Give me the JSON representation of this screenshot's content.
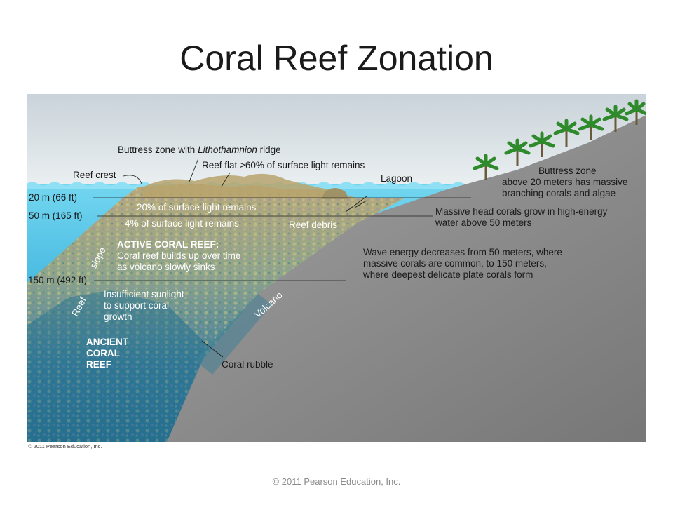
{
  "title": "Coral Reef Zonation",
  "footer": "© 2011 Pearson Education, Inc.",
  "figure_credit": "© 2011 Pearson Education, Inc.",
  "labels": {
    "buttress_ridge_pre": "Buttress zone with ",
    "buttress_ridge_italic": "Lithothamnion",
    "buttress_ridge_post": " ridge",
    "reef_flat": "Reef flat >60% of surface light remains",
    "reef_crest": "Reef crest",
    "lagoon": "Lagoon",
    "depth_20": "20 m (66 ft)",
    "depth_50": "50 m (165 ft)",
    "depth_150": "150 m (492 ft)",
    "light_20": "20% of surface light remains",
    "light_4": "4% of surface light remains",
    "reef_debris": "Reef debris",
    "buttress_zone_1": "Buttress zone",
    "buttress_zone_2": "above 20 meters has massive",
    "buttress_zone_3": "branching corals and algae",
    "massive_1": "Massive head corals grow in high-energy",
    "massive_2": "water above 50 meters",
    "active_1": "ACTIVE CORAL REEF:",
    "active_2": "Coral reef builds up over time",
    "active_3": "as volcano slowly sinks",
    "wave_1": "Wave energy decreases from 50 meters, where",
    "wave_2": "massive corals are common, to 150 meters,",
    "wave_3": "where deepest delicate plate corals form",
    "insuff_1": "Insufficient sunlight",
    "insuff_2": "to support coral",
    "insuff_3": "growth",
    "slope": "slope",
    "reef": "Reef",
    "volcano": "Volcano",
    "ancient_1": "ANCIENT",
    "ancient_2": "CORAL",
    "ancient_3": "REEF",
    "rubble": "Coral rubble"
  },
  "colors": {
    "sky_top": "#cfd7dc",
    "sky_bottom": "#e6ecef",
    "ocean_top": "#6ed3ef",
    "ocean_bottom": "#1f8fbf",
    "island": "#8f8f8f",
    "island_dark": "#6e6e6e",
    "reef_yellow": "#c9b877",
    "reef_blue": "#3f86a6",
    "reef_purple": "#8c7aa8",
    "palm": "#2f8a2c"
  }
}
